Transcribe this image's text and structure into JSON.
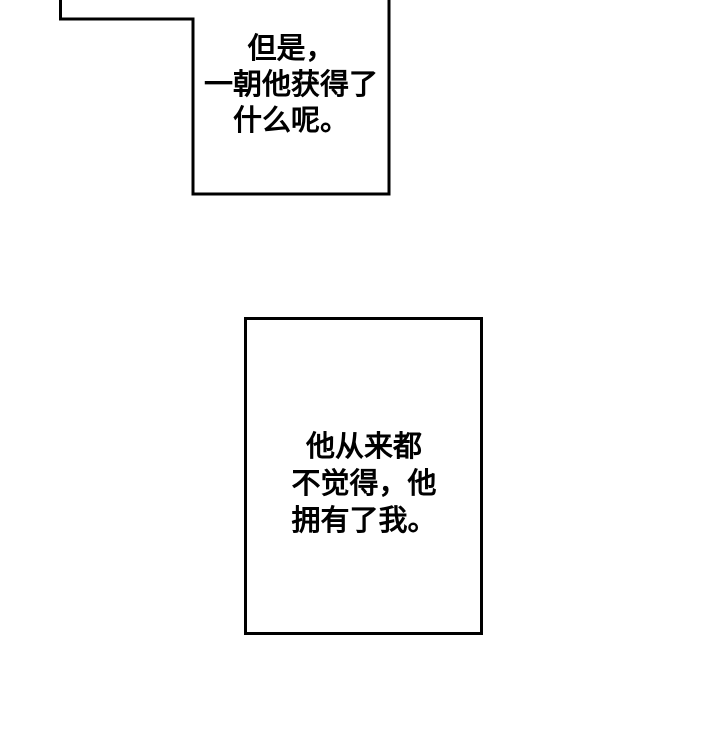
{
  "page": {
    "background_color": "#ffffff",
    "border_color": "#000000",
    "text_color": "#000000"
  },
  "captions": {
    "top": {
      "lines": [
        "但是，",
        "一朝他获得了",
        "什么呢。"
      ]
    },
    "bottom": {
      "lines": [
        "他从来都",
        "不觉得，他",
        "拥有了我。"
      ]
    }
  }
}
